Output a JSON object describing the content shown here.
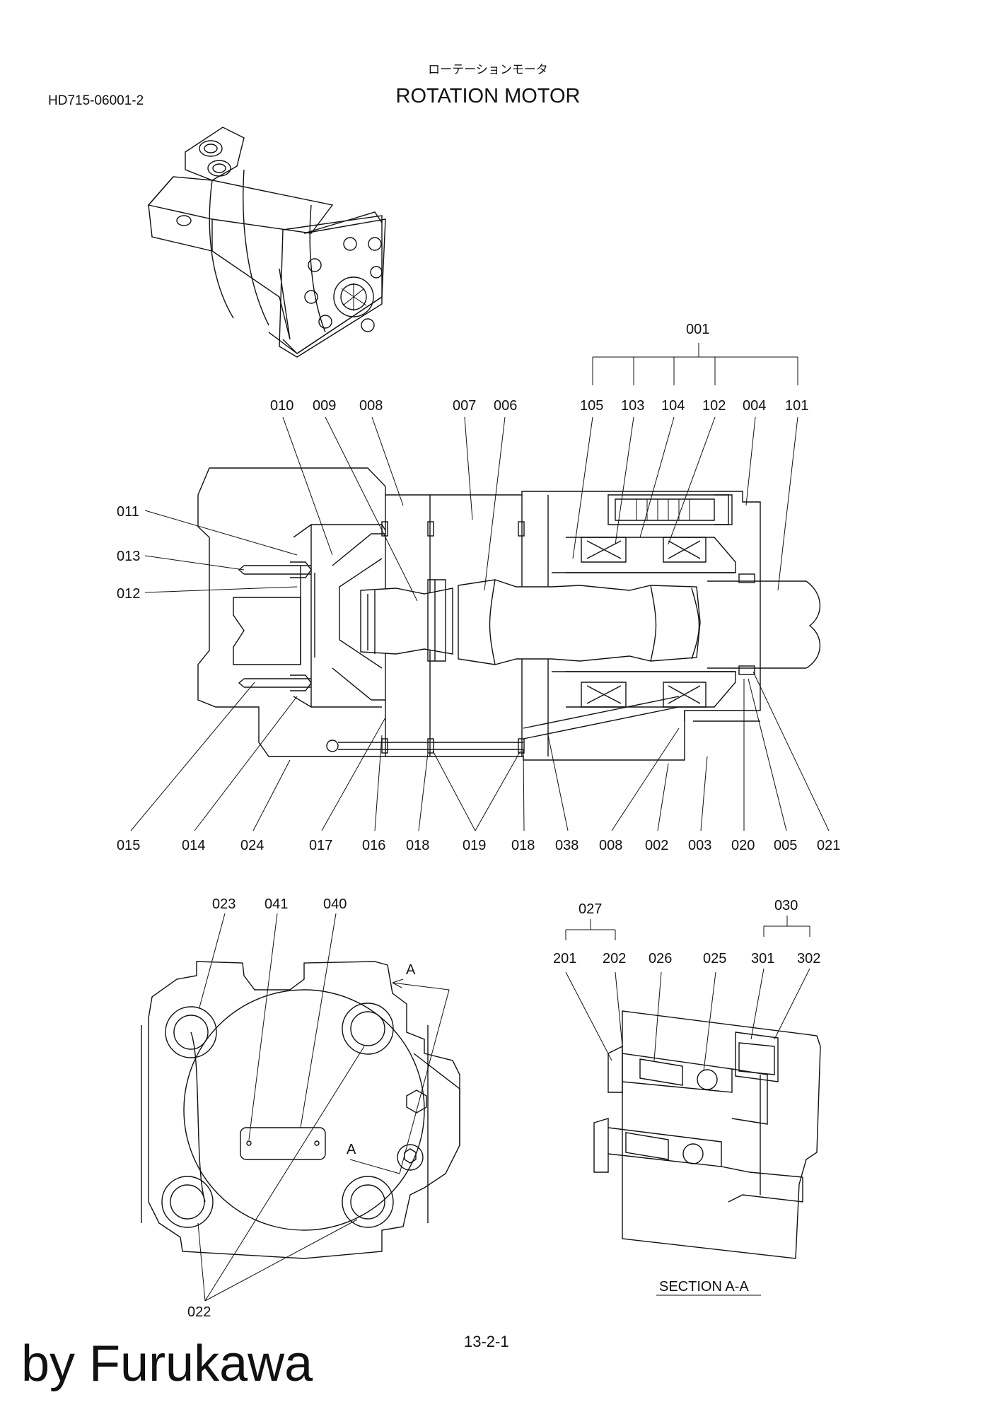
{
  "header": {
    "doc_code": "HD715-06001-2",
    "title_jp": "ローテーションモータ",
    "title_en": "ROTATION MOTOR"
  },
  "callouts": {
    "c001": "001",
    "c105": "105",
    "c103": "103",
    "c104": "104",
    "c102": "102",
    "c004": "004",
    "c101": "101",
    "c010": "010",
    "c009": "009",
    "c008t": "008",
    "c007": "007",
    "c006": "006",
    "c011": "011",
    "c013": "013",
    "c012": "012",
    "c015": "015",
    "c014": "014",
    "c024": "024",
    "c017": "017",
    "c016": "016",
    "c018a": "018",
    "c019": "019",
    "c018b": "018",
    "c038": "038",
    "c008b": "008",
    "c002": "002",
    "c003": "003",
    "c020": "020",
    "c005": "005",
    "c021": "021",
    "c023": "023",
    "c041": "041",
    "c040": "040",
    "c022": "022",
    "c027": "027",
    "c201": "201",
    "c202": "202",
    "c026": "026",
    "c025": "025",
    "c030": "030",
    "c301": "301",
    "c302": "302",
    "arrowA1": "A",
    "arrowA2": "A"
  },
  "section_label": "SECTION A-A",
  "footer": {
    "watermark": "by Furukawa",
    "page_number": "13-2-1"
  }
}
